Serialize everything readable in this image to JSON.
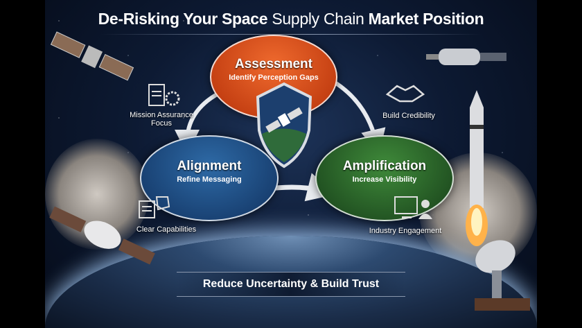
{
  "title": {
    "part1": "De-Risking Your Space",
    "part2": "Supply Chain",
    "part3": "Market Position"
  },
  "nodes": {
    "assessment": {
      "title": "Assessment",
      "subtitle": "Identify Perception Gaps",
      "color": "#d84b1a"
    },
    "alignment": {
      "title": "Alignment",
      "subtitle": "Refine Messaging",
      "color": "#1f4f88"
    },
    "amplification": {
      "title": "Amplification",
      "subtitle": "Increase Visibility",
      "color": "#2c6a2a"
    }
  },
  "side_labels": {
    "mission": "Mission Assurance\nFocus",
    "credibility": "Build Credibility",
    "capabilities": "Clear Capabilities",
    "engagement": "Industry Engagement"
  },
  "banner": "Reduce Uncertainty & Build Trust"
}
